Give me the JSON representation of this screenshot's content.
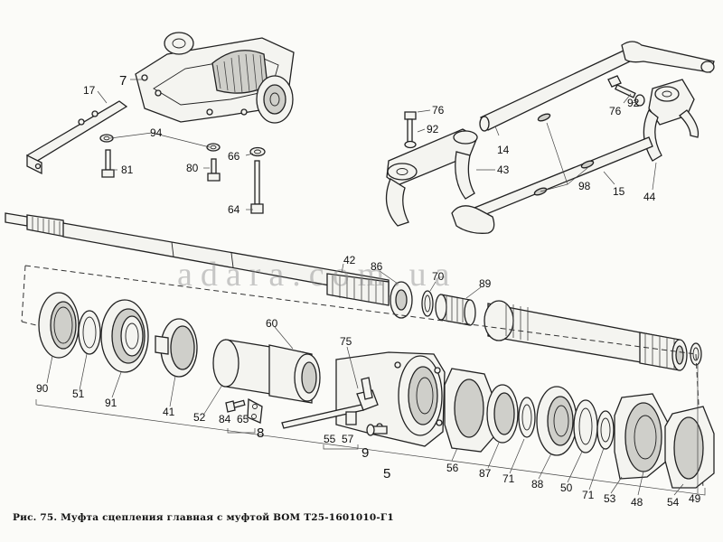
{
  "figure": {
    "caption": "Рис. 75. Муфта сцепления главная с муфтой ВОМ Т25-1601010-Г1",
    "watermark": "adara.com.ua"
  },
  "callouts": {
    "n7": "7",
    "n17": "17",
    "n94": "94",
    "n81": "81",
    "n80": "80",
    "n66": "66",
    "n64": "64",
    "n76a": "76",
    "n92a": "92",
    "n43": "43",
    "n14": "14",
    "n76b": "76",
    "n92b": "92",
    "n98": "98",
    "n15": "15",
    "n44": "44",
    "n42": "42",
    "n86": "86",
    "n70": "70",
    "n89": "89",
    "n90": "90",
    "n51": "51",
    "n91": "91",
    "n41": "41",
    "n60": "60",
    "n52": "52",
    "n84": "84",
    "n65": "65",
    "n8": "8",
    "n75": "75",
    "n55": "55",
    "n57": "57",
    "n9": "9",
    "n5": "5",
    "n56": "56",
    "n87": "87",
    "n71a": "71",
    "n88": "88",
    "n50": "50",
    "n71b": "71",
    "n53": "53",
    "n48": "48",
    "n54": "54",
    "n49": "49"
  }
}
